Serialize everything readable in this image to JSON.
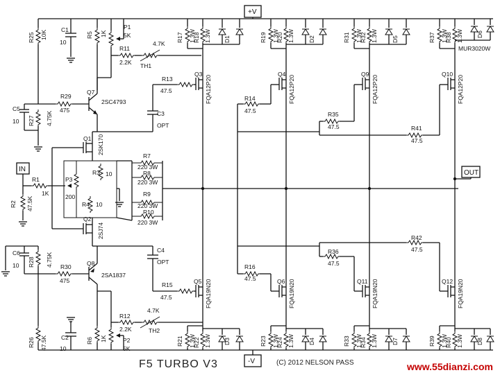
{
  "title": "F5 TURBO V3",
  "copyright": "(C) 2012 NELSON PASS",
  "watermark": "www.55dianzi.com",
  "ports": {
    "vplus": "+V",
    "vminus": "-V",
    "in": "IN",
    "out": "OUT"
  },
  "labels": {
    "R25": "R25",
    "R25v": "10K",
    "C1": "C1",
    "C1v": "10",
    "R5": "R5",
    "R5v": "1K",
    "P1": "P1",
    "P1v": "5K",
    "R11": "R11",
    "R11v": "2.2K",
    "TH1": "TH1",
    "TH1v": "4.7K",
    "R17": "R17",
    "R18": "R18",
    "R19": "R19",
    "R20": "R20",
    "R31": "R31",
    "R32": "R32",
    "R37": "R37",
    "R38": "R38",
    "r13w": "1.3W",
    "D1": "D1",
    "D2": "D2",
    "D5": "D5",
    "D6": "D6",
    "MUR": "MUR3020W",
    "Q7": "Q7",
    "Q7t": "2SC4793",
    "R29": "R29",
    "R29v": "475",
    "C5": "C5",
    "C5v": "10",
    "R27": "R27",
    "R27v": "4.75K",
    "R13": "R13",
    "R13v": "47.5",
    "Q3": "Q3",
    "Q4": "Q4",
    "Q9": "Q9",
    "Q10": "Q10",
    "FQA12": "FQA12P20",
    "R14": "R14",
    "R14v": "47.5",
    "R35": "R35",
    "R35v": "47.5",
    "R41": "R41",
    "R41v": "47.5",
    "C3": "C3",
    "C3v": "OPT",
    "Q1": "Q1",
    "Q1t": "2SK170",
    "R7": "R7",
    "R7v": "220 3W",
    "R8": "R8",
    "R8v": "220 3W",
    "R9": "R9",
    "R9v": "220 3W",
    "R10": "R10",
    "R10v": "220 3W",
    "R3": "R3",
    "R3v": "10",
    "R4": "R4",
    "R4v": "10",
    "P3": "P3",
    "P3v": "200",
    "R1": "R1",
    "R1v": "1K",
    "R2": "R2",
    "R2v": "47.5K",
    "Q2": "Q2",
    "Q2t": "2SJ74",
    "C6": "C6",
    "C6v": "10",
    "R28": "R28",
    "R28v": "4.75K",
    "R30": "R30",
    "R30v": "475",
    "Q8": "Q8",
    "Q8t": "2SA1837",
    "C4": "C4",
    "C4v": "OPT",
    "R36": "R36",
    "R36v": "47.5",
    "R42": "R42",
    "R42v": "47.5",
    "R16": "R16",
    "R16v": "47.5",
    "R15": "R15",
    "R15v": "47.5",
    "Q5": "Q5",
    "Q6": "Q6",
    "Q11": "Q11",
    "Q12": "Q12",
    "FQA19": "FQA19N20",
    "R12": "R12",
    "R12v": "2.2K",
    "TH2": "TH2",
    "TH2v": "4.7K",
    "R26": "R26",
    "R26v": "47.5K",
    "C2": "C2",
    "C2v": "10",
    "R6": "R6",
    "R6v": "1K",
    "P2": "P2",
    "P2v": "5K",
    "R21": "R21",
    "R22": "R22",
    "R23": "R23",
    "R24": "R24",
    "R33": "R33",
    "R34": "R34",
    "R39": "R39",
    "R40": "R40",
    "D3": "D3",
    "D4": "D4",
    "D7": "D7",
    "D8": "D8"
  }
}
